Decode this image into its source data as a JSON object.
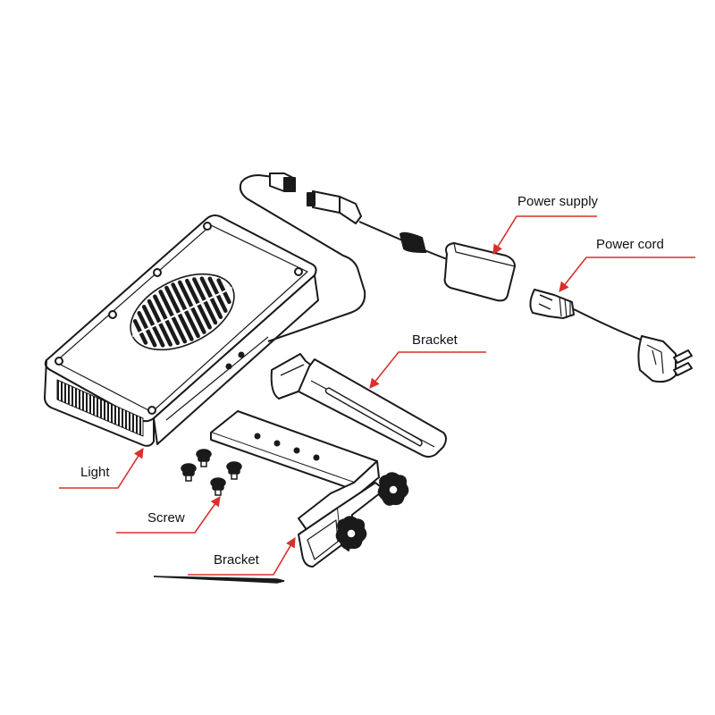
{
  "labels": {
    "power_supply": "Power supply",
    "power_cord": "Power cord",
    "bracket_top": "Bracket",
    "light": "Light",
    "screw": "Screw",
    "bracket_bottom": "Bracket"
  },
  "colors": {
    "leader": "#d9302c",
    "outline": "#1a1a1a",
    "background": "#ffffff"
  }
}
